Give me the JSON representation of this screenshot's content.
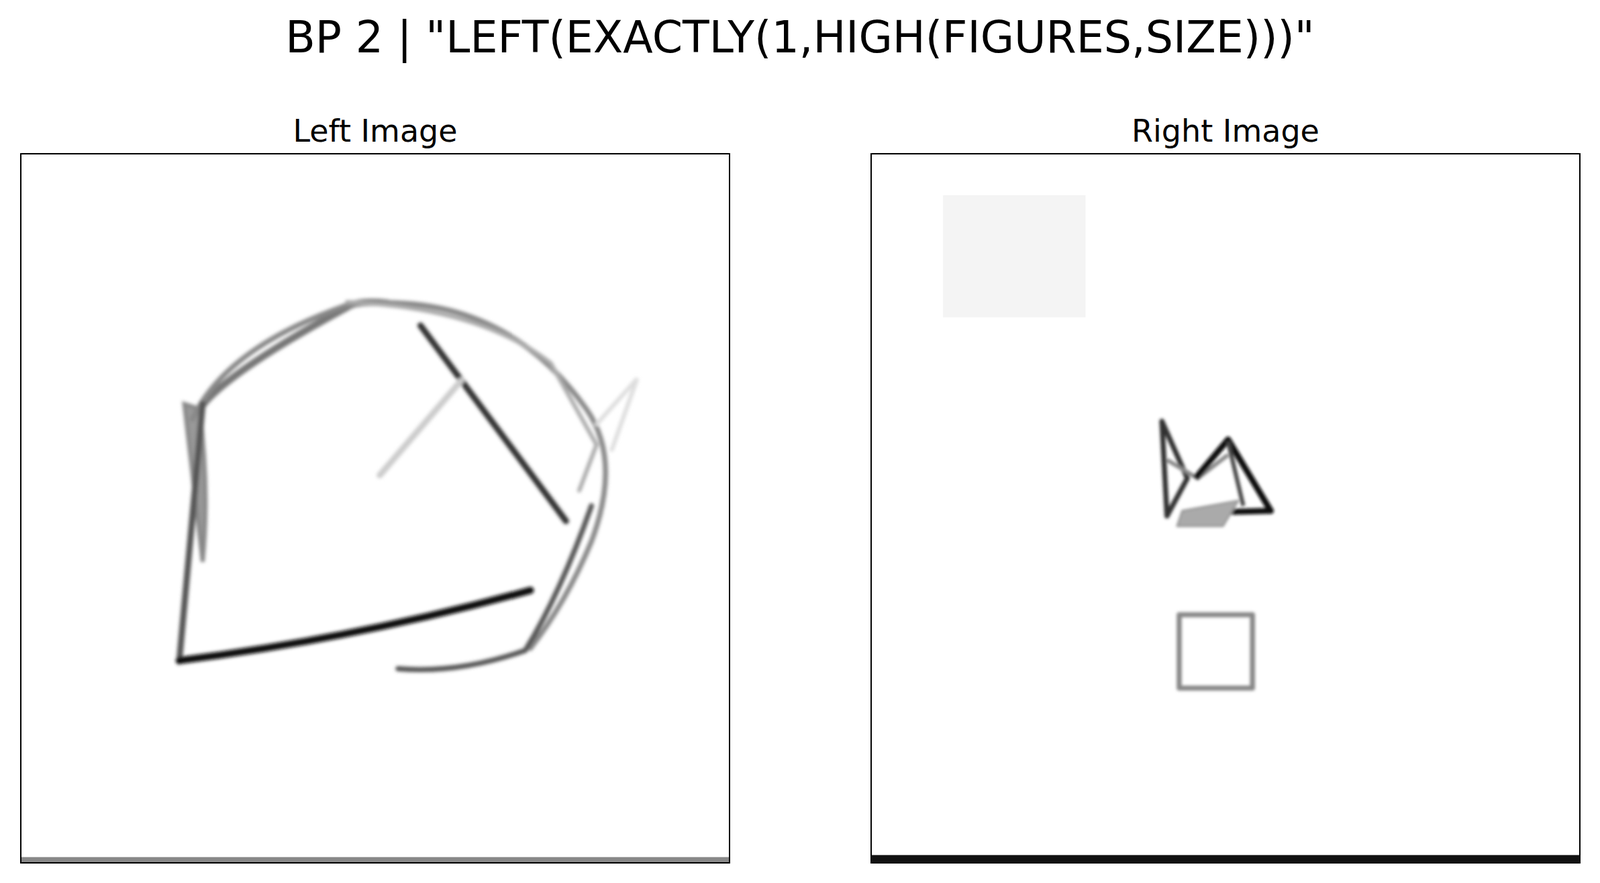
{
  "diagram": {
    "title": "BP 2 | \"LEFT(EXACTLY(1,HIGH(FIGURES,SIZE)))\"",
    "nodes": [
      {
        "text": [
          "Left Image"
        ]
      },
      {
        "text": [
          "Right Image"
        ]
      }
    ]
  }
}
